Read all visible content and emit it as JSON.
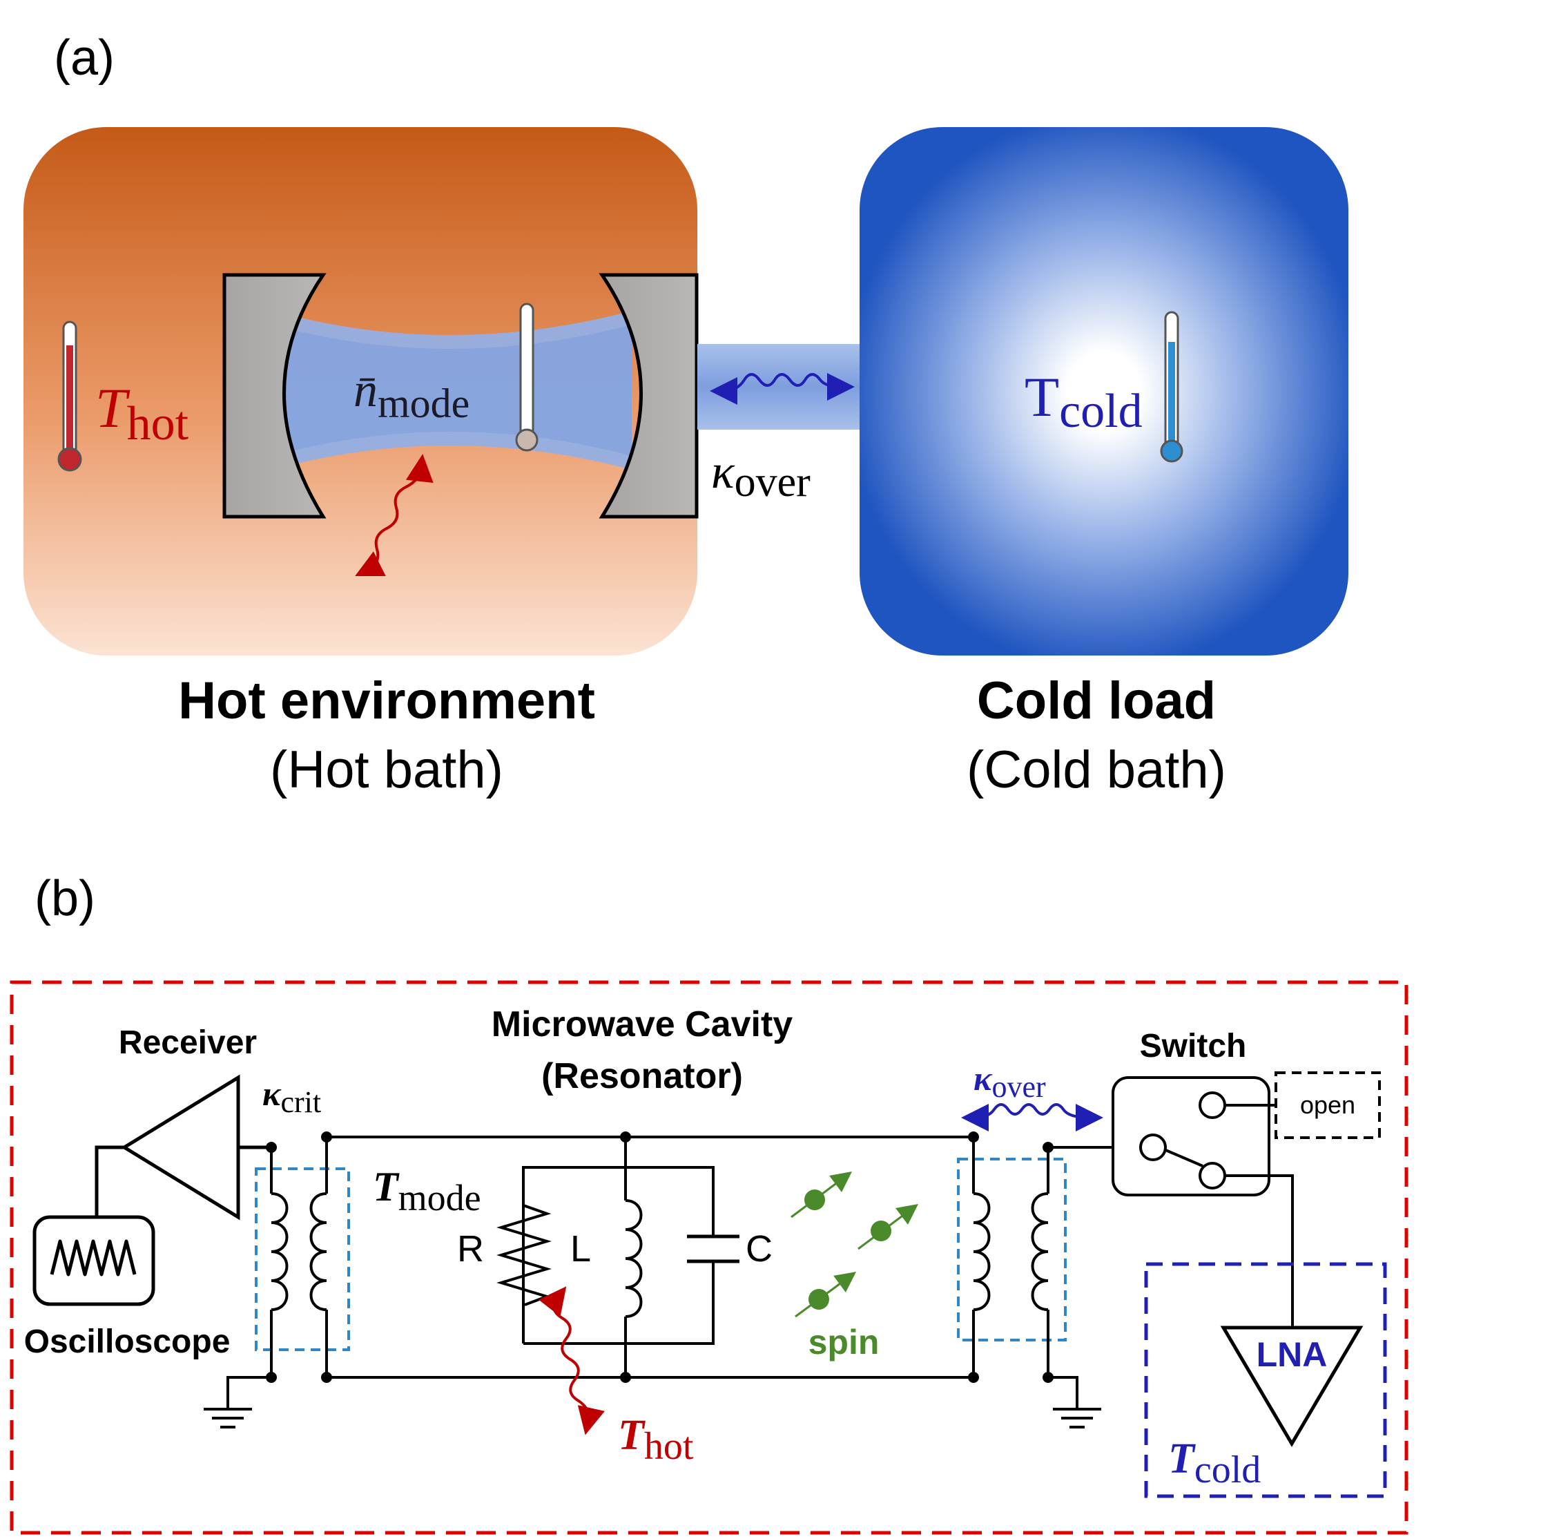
{
  "panel_a": {
    "label": "(a)",
    "hot_box": {
      "title": "Hot environment",
      "subtitle": "(Hot bath)",
      "temp_symbol": "T",
      "temp_sub": "hot",
      "mode_symbol": "n̄",
      "mode_sub": "mode"
    },
    "coupling": {
      "symbol": "κ",
      "sub": "over"
    },
    "cold_box": {
      "title": "Cold load",
      "subtitle": "(Cold bath)",
      "temp_symbol": "T",
      "temp_sub": "cold"
    }
  },
  "panel_b": {
    "label": "(b)",
    "receiver": "Receiver",
    "oscilloscope": "Oscilloscope",
    "kappa_crit": {
      "symbol": "κ",
      "sub": "crit"
    },
    "cavity_title_1": "Microwave Cavity",
    "cavity_title_2": "(Resonator)",
    "t_mode": {
      "symbol": "T",
      "sub": "mode"
    },
    "r_label": "R",
    "l_label": "L",
    "c_label": "C",
    "spin_label": "spin",
    "t_hot": {
      "symbol": "T",
      "sub": "hot"
    },
    "kappa_over": {
      "symbol": "κ",
      "sub": "over"
    },
    "switch_label": "Switch",
    "open_label": "open",
    "lna_label": "LNA",
    "t_cold": {
      "symbol": "T",
      "sub": "cold"
    }
  },
  "colors": {
    "hot_red": "#c00000",
    "cold_blue": "#1f1fb4",
    "spin_green": "#4a8a2a",
    "outer_dash_red": "#e00000",
    "transformer_dash_blue": "#2e86c8"
  },
  "icons": [
    "thermometer-icon",
    "wavy-arrow-icon",
    "ground-icon",
    "sine-wave-icon",
    "spin-arrow-icon"
  ]
}
